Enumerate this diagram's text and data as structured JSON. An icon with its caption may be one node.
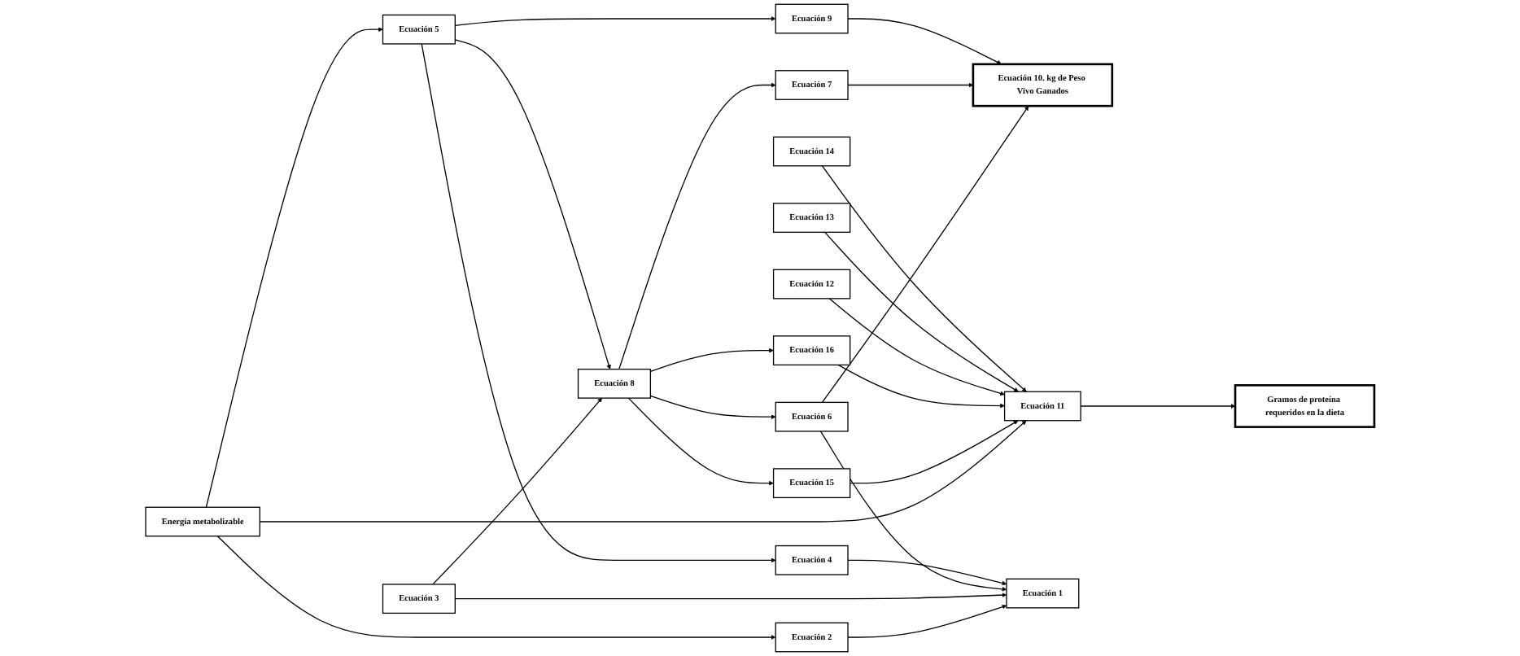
{
  "diagram": {
    "nodes": [
      {
        "text": [
          "Energía metabolizable"
        ]
      },
      {
        "text": [
          "Ecuación 7"
        ]
      },
      {
        "text": [
          "Ecuación 6"
        ]
      },
      {
        "text": [
          "Ecuación 10. kg de Peso Vivo Ganados"
        ]
      },
      {
        "text": [
          "Ecuación 11"
        ]
      },
      {
        "text": [
          "Ecuación 12"
        ]
      },
      {
        "text": [
          "Ecuación 2"
        ]
      },
      {
        "text": [
          "Ecuación 1"
        ]
      },
      {
        "text": [
          "Ecuación 13"
        ]
      },
      {
        "text": [
          "Ecuación 14"
        ]
      },
      {
        "text": [
          "Ecuación 3"
        ]
      },
      {
        "text": [
          "Ecuación 8"
        ]
      },
      {
        "text": [
          "Gramos de proteína requeridos en la dieta"
        ]
      },
      {
        "text": [
          "Ecuación 15"
        ]
      },
      {
        "text": [
          "Ecuación 16"
        ]
      },
      {
        "text": [
          "Ecuación 5"
        ]
      },
      {
        "text": [
          "Ecuación 9"
        ]
      },
      {
        "text": [
          "Ecuación 4"
        ]
      }
    ],
    "edges": [
      {
        "from": 0,
        "to": 4,
        "arrow": "to"
      },
      {
        "from": 0,
        "to": 6,
        "arrow": "to"
      },
      {
        "from": 0,
        "to": 15,
        "arrow": "to"
      },
      {
        "from": 6,
        "to": 7,
        "arrow": "to"
      },
      {
        "from": 10,
        "to": 7,
        "arrow": "to"
      },
      {
        "from": 10,
        "to": 11,
        "arrow": "to"
      },
      {
        "from": 11,
        "to": 1,
        "arrow": "to"
      },
      {
        "from": 11,
        "to": 2,
        "arrow": "to"
      },
      {
        "from": 2,
        "to": 7,
        "arrow": "to"
      },
      {
        "from": 2,
        "to": 3,
        "arrow": "to"
      },
      {
        "from": 1,
        "to": 3,
        "arrow": "to"
      },
      {
        "from": 11,
        "to": 13,
        "arrow": "to"
      },
      {
        "from": 11,
        "to": 14,
        "arrow": "to"
      },
      {
        "from": 15,
        "to": 11,
        "arrow": "to"
      },
      {
        "from": 15,
        "to": 16,
        "arrow": "to"
      },
      {
        "from": 15,
        "to": 17,
        "arrow": "to"
      },
      {
        "from": 17,
        "to": 7,
        "arrow": "to"
      },
      {
        "from": 16,
        "to": 3,
        "arrow": "to"
      },
      {
        "from": 13,
        "to": 4,
        "arrow": "to"
      },
      {
        "from": 14,
        "to": 4,
        "arrow": "to"
      },
      {
        "from": 5,
        "to": 4,
        "arrow": "to"
      },
      {
        "from": 8,
        "to": 4,
        "arrow": "to"
      },
      {
        "from": 9,
        "to": 4,
        "arrow": "to"
      },
      {
        "from": 4,
        "to": 12,
        "arrow": "to"
      }
    ]
  }
}
